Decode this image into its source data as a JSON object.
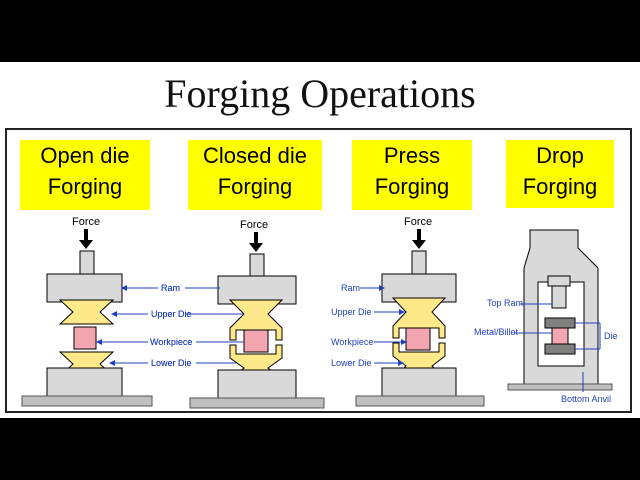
{
  "title": "Forging Operations",
  "panels": [
    {
      "line1": "Open die",
      "line2": "Forging"
    },
    {
      "line1": "Closed die",
      "line2": "Forging"
    },
    {
      "line1": "Press",
      "line2": "Forging"
    },
    {
      "line1": "Drop",
      "line2": "Forging"
    }
  ],
  "labels": {
    "force": "Force",
    "ram": "Ram",
    "upper_die": "Upper Die",
    "workpiece": "Workpiece",
    "lower_die": "Lower Die",
    "top_ram": "Top Ram",
    "metal_billet": "Metal/Billet",
    "die": "Die",
    "bottom_anvil": "Bottom Anvil"
  },
  "colors": {
    "tag_yellow": "#ffff00",
    "die_yellow": "#ffe98a",
    "workpiece_pink": "#f4a6b0",
    "machine_gray": "#d9d9d9",
    "label_blue": "#1f3fbf"
  }
}
